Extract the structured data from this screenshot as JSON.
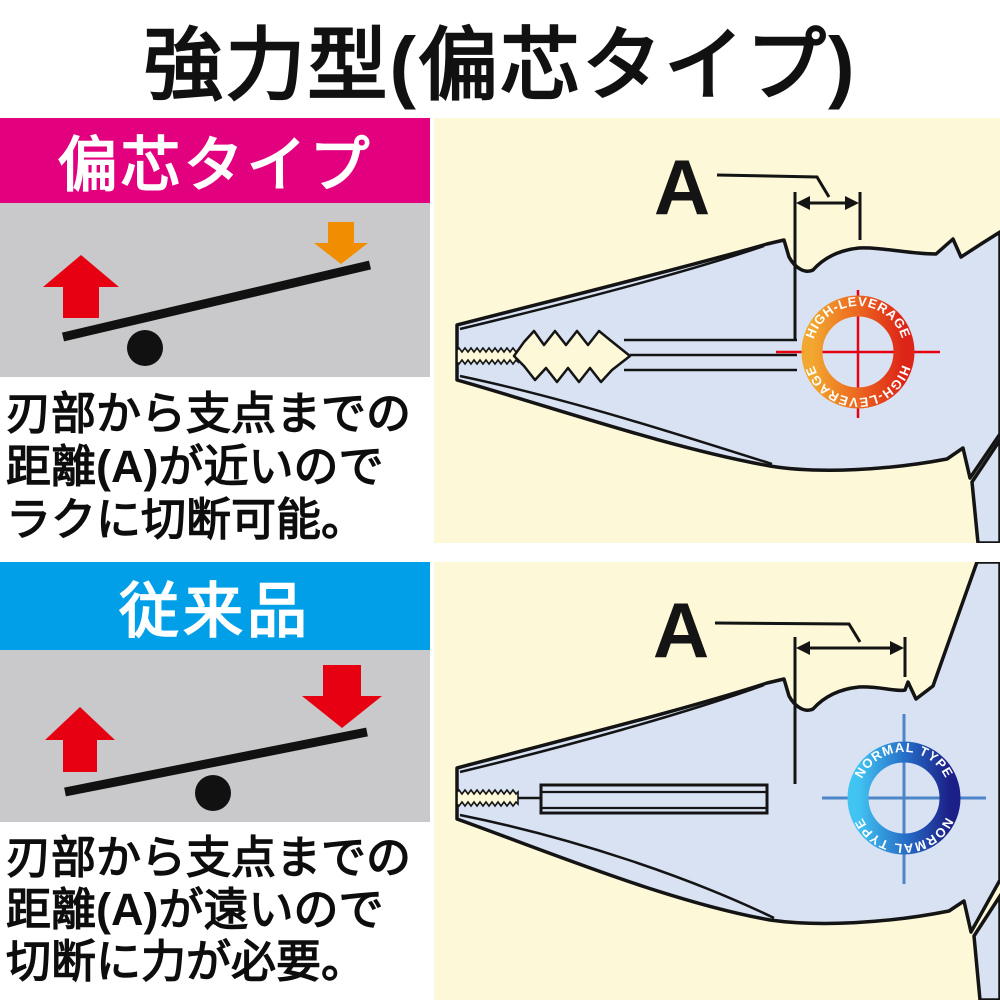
{
  "title": "強力型(偏芯タイプ)",
  "colors": {
    "magenta_header": "#E3007F",
    "cyan_header": "#019FE8",
    "gray_box": "#C9C9CB",
    "cream_panel": "#FCF8D8",
    "pliers_body": "#D9E2F3",
    "outline": "#141414",
    "red": "#E60012",
    "orange": "#F18D00",
    "blue_crosshair": "#4C86C8"
  },
  "panels": [
    {
      "id": "eccentric-type",
      "header": "偏芯タイプ",
      "header_color": "#E3007F",
      "description_lines": [
        "刃部から支点までの",
        "距離(A)が近いので",
        "ラクに切断可能。"
      ],
      "dimension_label": "A",
      "badge_text": "HIGH-LEVERAGE",
      "badge_gradient": [
        "#F2A830",
        "#ED6D20",
        "#DD2418"
      ],
      "crosshair_color": "#E60012",
      "seesaw": {
        "up_arrow_color": "#E60012",
        "down_arrow_color": "#F18D00",
        "lever_color": "#111111",
        "fulcrum_color": "#111111"
      }
    },
    {
      "id": "conventional-type",
      "header": "従来品",
      "header_color": "#019FE8",
      "description_lines": [
        "刃部から支点までの",
        "距離(A)が遠いので",
        "切断に力が必要。"
      ],
      "dimension_label": "A",
      "badge_text": "NORMAL TYPE",
      "badge_gradient": [
        "#41C4F2",
        "#2568C4",
        "#1C1F87"
      ],
      "crosshair_color": "#4C86C8",
      "seesaw": {
        "up_arrow_color": "#E60012",
        "down_arrow_color": "#E60012",
        "lever_color": "#111111",
        "fulcrum_color": "#111111"
      }
    }
  ]
}
